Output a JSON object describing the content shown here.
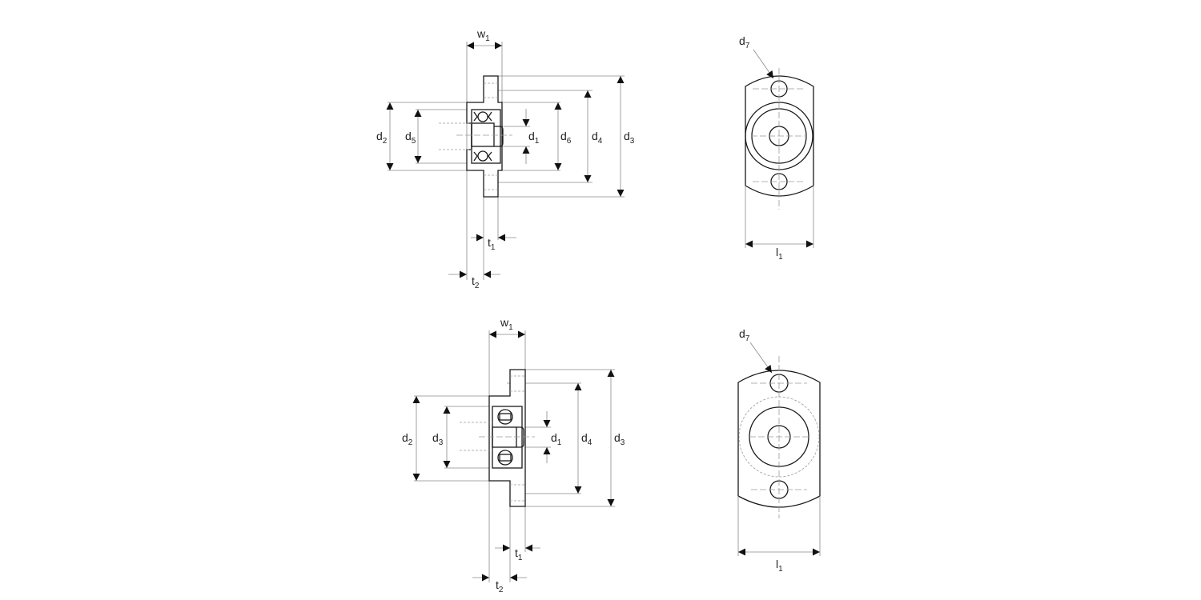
{
  "views": {
    "top_section": {
      "w1": {
        "base": "w",
        "sub": "1"
      },
      "d2": {
        "base": "d",
        "sub": "2"
      },
      "d5": {
        "base": "d",
        "sub": "5"
      },
      "d1": {
        "base": "d",
        "sub": "1"
      },
      "d6": {
        "base": "d",
        "sub": "6"
      },
      "d4": {
        "base": "d",
        "sub": "4"
      },
      "d3": {
        "base": "d",
        "sub": "3"
      },
      "t1": {
        "base": "t",
        "sub": "1"
      },
      "t2": {
        "base": "t",
        "sub": "2"
      }
    },
    "top_front": {
      "d7": {
        "base": "d",
        "sub": "7"
      },
      "l1": {
        "base": "l",
        "sub": "1"
      }
    },
    "bottom_section": {
      "w1": {
        "base": "w",
        "sub": "1"
      },
      "d2": {
        "base": "d",
        "sub": "2"
      },
      "d3_inner": {
        "base": "d",
        "sub": "3"
      },
      "d1": {
        "base": "d",
        "sub": "1"
      },
      "d4": {
        "base": "d",
        "sub": "4"
      },
      "d3": {
        "base": "d",
        "sub": "3"
      },
      "t1": {
        "base": "t",
        "sub": "1"
      },
      "t2": {
        "base": "t",
        "sub": "2"
      }
    },
    "bottom_front": {
      "d7": {
        "base": "d",
        "sub": "7"
      },
      "l1": {
        "base": "l",
        "sub": "1"
      }
    }
  }
}
